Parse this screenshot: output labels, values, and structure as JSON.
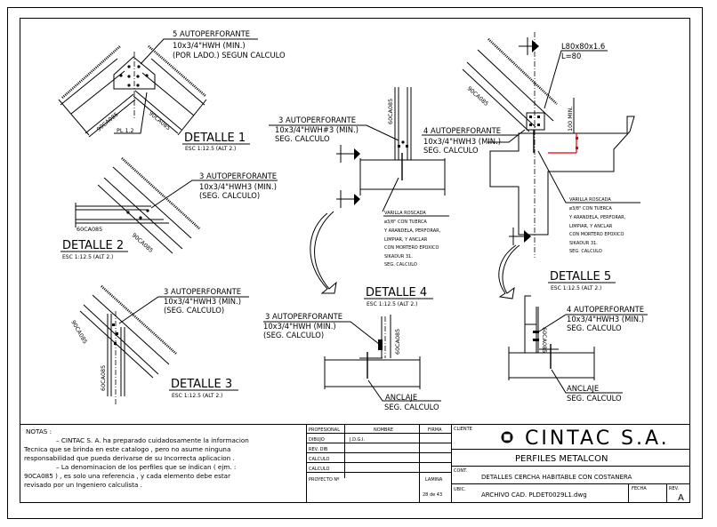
{
  "notes": {
    "title": "NOTAS :",
    "lines": [
      "– CINTAC S. A. ha preparado cuidadosamente la informacion",
      "Tecnica que se brinda en este catalogo , pero no asume ninguna",
      "responsabilidad que pueda derivarse de su Incorrecta aplicacion .",
      "– La denominacion de los perfiles que se indican ( ejm. :",
      "90CA085 ) , es solo una referencia , y cada elemento debe estar",
      "revisado por un Ingeniero calculista ."
    ]
  },
  "details": [
    {
      "title": "DETALLE  1",
      "scale": "ESC 1:12.5 (ALT 2.)",
      "callout": [
        "5  AUTOPERFORANTE",
        "10x3/4\"HWH  (MIN.)",
        "(POR LADO.)  SEGUN  CALCULO"
      ],
      "profiles": [
        "90CA085",
        "90CA085"
      ],
      "plate": "PL 1.2"
    },
    {
      "title": "DETALLE  2",
      "scale": "ESC 1:12.5 (ALT 2.)",
      "callout": [
        "3  AUTOPERFORANTE",
        "10x3/4\"HWH3  (MIN.)",
        "(SEG.  CALCULO)"
      ],
      "profiles": [
        "60CA085",
        "90CA085"
      ]
    },
    {
      "title": "DETALLE  3",
      "scale": "ESC 1:12.5 (ALT 2.)",
      "callout": [
        "3  AUTOPERFORANTE",
        "10x3/4\"HWH3  (MIN.)",
        "(SEG.  CALCULO)"
      ],
      "profiles": [
        "90CA085",
        "60CA085"
      ]
    },
    {
      "title": "DETALLE  4",
      "scale": "ESC 1:12.5 (ALT 2.)",
      "callout_top": [
        "3  AUTOPERFORANTE",
        "10x3/4\"HWH#3  (MIN.)",
        "SEG.  CALCULO"
      ],
      "callout_top_right": [
        "4  AUTOPERFORANTE",
        "10x3/4\"HWH3  (MIN.)",
        "SEG.  CALCULO"
      ],
      "rod_note": [
        "VARILLA  ROSCADA",
        "ø3/8\"  CON  TUERCA",
        "Y  ARANDELA,  PERFORAR,",
        "LIMPIAR,  Y  ANCLAR",
        "CON  MORTERO  EPOXICO",
        "SIKADUR  31.",
        "SEG.  CALCULO"
      ],
      "callout_bottom": [
        "3  AUTOPERFORANTE",
        "10x3/4\"HWH  (MIN.)",
        "(SEG.  CALCULO)"
      ],
      "anchor": [
        "ANCLAJE",
        "SEG.  CALCULO"
      ],
      "profiles": [
        "60CA085",
        "60CA085"
      ]
    },
    {
      "title": "DETALLE  5",
      "scale": "ESC 1:12.5 (ALT 2.)",
      "angle": [
        "L80x80x1.6",
        "L=80"
      ],
      "dimension": "100  MIN.",
      "rod_note": [
        "VARILLA  ROSCADA",
        "ø3/8\"  CON  TUERCA",
        "Y  ARANDELA,  PERFORAR,",
        "LIMPIAR,  Y  ANCLAR",
        "CON  MORTERO  EPOXICO",
        "SIKADUR  31.",
        "SEG.  CALCULO"
      ],
      "callout_bottom": [
        "4  AUTOPERFORANTE",
        "10x3/4\"HWH3  (MIN.)",
        "SEG.  CALCULO"
      ],
      "anchor": [
        "ANCLAJE",
        "SEG.  CALCULO"
      ],
      "profiles": [
        "90CA085",
        "60CA085"
      ]
    }
  ],
  "title_block": {
    "headers": {
      "profesional": "PROFESIONAL",
      "nombre": "NOMBRE",
      "firma": "FIRMA"
    },
    "rows": [
      {
        "role": "DIBUJO",
        "name": "J.D.G.I."
      },
      {
        "role": "REV. DIB",
        "name": ""
      },
      {
        "role": "CALCULO",
        "name": ""
      },
      {
        "role": "CALCULO",
        "name": ""
      }
    ],
    "proyecto_label": "PROYECTO Nº",
    "lamina_label": "LAMINA",
    "lamina_value": "28 de 43",
    "cliente_label": "CLIENTE",
    "company": "CINTAC  S.A.",
    "subtitle": "PERFILES  METALCON",
    "cont_label": "CONT.",
    "contents": "DETALLES  CERCHA  HABITABLE  CON  COSTANERA",
    "ubic_label": "UBIC.",
    "file": "ARCHIVO  CAD.  PLDET0029L1.dwg",
    "fecha_label": "FECHA",
    "rev_label": "REV.",
    "rev_value": "A"
  }
}
